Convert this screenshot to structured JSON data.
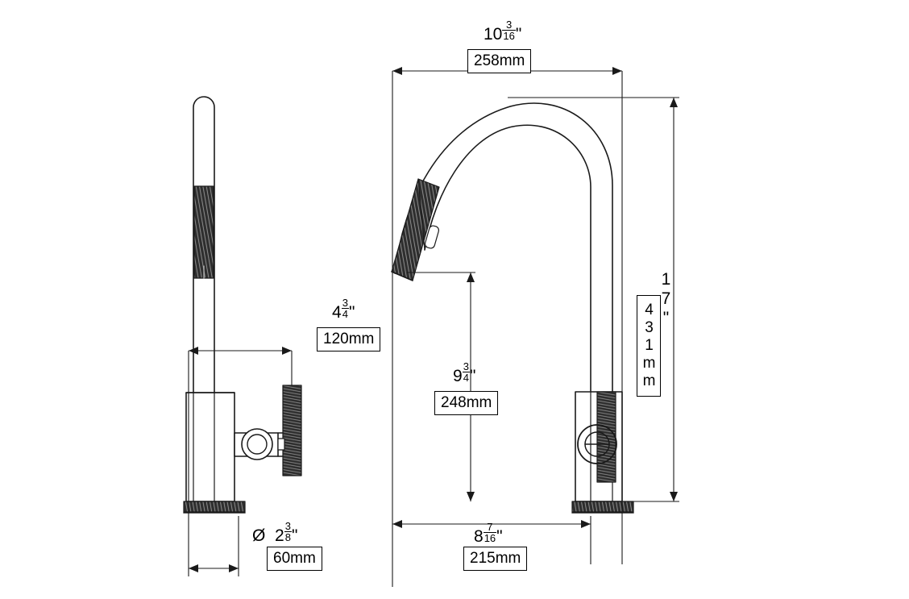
{
  "drawing": {
    "title": "Faucet technical dimension drawing",
    "background": "#ffffff",
    "line_color": "#1a1a1a",
    "knurl_color": "#2b2b2b"
  },
  "dimensions": {
    "spout_width": {
      "whole": "10",
      "frac_num": "3",
      "frac_den": "16",
      "unit": "\"",
      "metric": "258mm"
    },
    "overall_height": {
      "whole": "17",
      "frac_num": "",
      "frac_den": "",
      "unit": "\"",
      "metric": "431mm"
    },
    "handle_height": {
      "whole": "4",
      "frac_num": "3",
      "frac_den": "4",
      "unit": "\"",
      "metric": "120mm"
    },
    "spout_clearance": {
      "whole": "9",
      "frac_num": "3",
      "frac_den": "4",
      "unit": "\"",
      "metric": "248mm"
    },
    "spout_reach": {
      "whole": "8",
      "frac_num": "7",
      "frac_den": "16",
      "unit": "\"",
      "metric": "215mm"
    },
    "base_diameter": {
      "symbol": "Ø",
      "whole": "2",
      "frac_num": "3",
      "frac_den": "8",
      "unit": "\"",
      "metric": "60mm"
    }
  }
}
